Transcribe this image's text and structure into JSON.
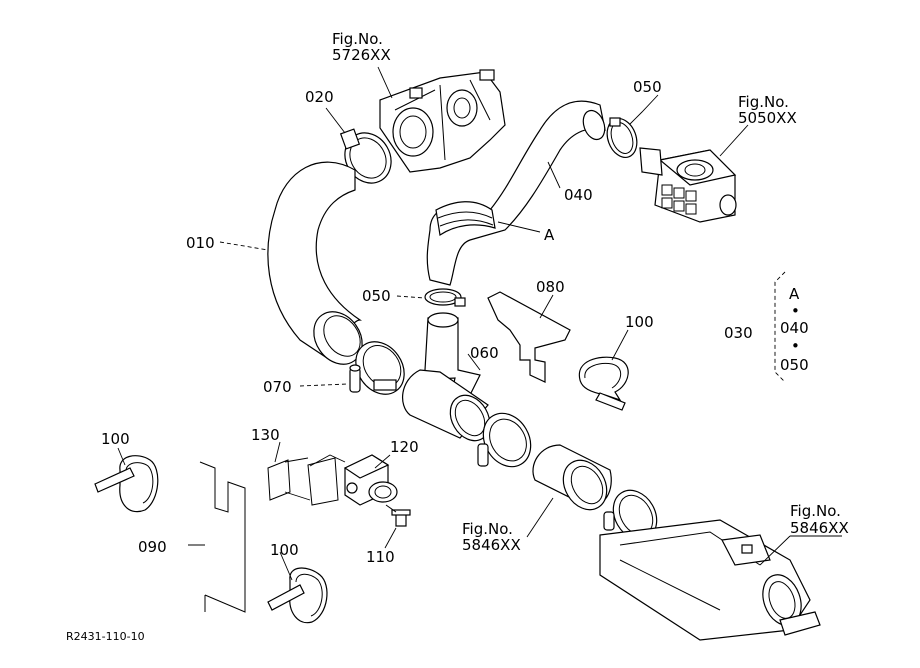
{
  "figure": {
    "callouts": [
      {
        "id": "010",
        "label": "010"
      },
      {
        "id": "020",
        "label": "020"
      },
      {
        "id": "030",
        "label": "030"
      },
      {
        "id": "040",
        "label": "040"
      },
      {
        "id": "050a",
        "label": "050"
      },
      {
        "id": "050b",
        "label": "050"
      },
      {
        "id": "060",
        "label": "060"
      },
      {
        "id": "070",
        "label": "070"
      },
      {
        "id": "080",
        "label": "080"
      },
      {
        "id": "090",
        "label": "090"
      },
      {
        "id": "100a",
        "label": "100"
      },
      {
        "id": "100b",
        "label": "100"
      },
      {
        "id": "100c",
        "label": "100"
      },
      {
        "id": "110",
        "label": "110"
      },
      {
        "id": "120",
        "label": "120"
      },
      {
        "id": "130",
        "label": "130"
      },
      {
        "id": "A",
        "label": "A"
      }
    ],
    "set_030": {
      "items": [
        "A",
        "040",
        "050"
      ],
      "separator": "•"
    },
    "fig_refs": [
      {
        "id": "r1",
        "line1": "Fig.No.",
        "line2": "5726XX"
      },
      {
        "id": "r2",
        "line1": "Fig.No.",
        "line2": "5050XX"
      },
      {
        "id": "r3",
        "line1": "Fig.No.",
        "line2": "5846XX"
      },
      {
        "id": "r4",
        "line1": "Fig.No.",
        "line2": "5846XX"
      }
    ],
    "drawing_number": "R2431-110-10"
  }
}
